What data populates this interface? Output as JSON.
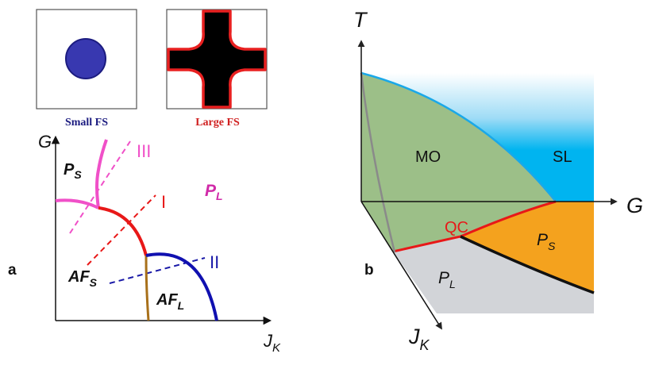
{
  "colors": {
    "pink": "#f050c8",
    "red": "#e81818",
    "blue": "#1a1aa8",
    "brown": "#a8701a",
    "navy": "#1c1c80",
    "green_region": "#9cbf88",
    "sky_region": "#00b4f0",
    "orange_region": "#f4a21e",
    "gray_region": "#d2d4d8"
  },
  "panel_a": {
    "label": "a",
    "insets": {
      "small": {
        "caption": "Small  FS",
        "color": "#1c1c80"
      },
      "large": {
        "caption": "Large FS",
        "color": "#d02020"
      }
    },
    "y_axis_label": "G",
    "x_axis_label": {
      "main": "J",
      "sub": "K"
    },
    "region_ps": {
      "main": "P",
      "sub": "S"
    },
    "region_pl": {
      "main": "P",
      "sub": "L"
    },
    "region_afs": {
      "main": "AF",
      "sub": "S"
    },
    "region_afl": {
      "main": "AF",
      "sub": "L"
    },
    "path_labels": {
      "I": "I",
      "II": "II",
      "III": "III"
    }
  },
  "panel_b": {
    "label": "b",
    "t_axis_label": "T",
    "g_axis_label": "G",
    "jk_axis_label": {
      "main": "J",
      "sub": "K"
    },
    "region_mo": "MO",
    "region_sl": "SL",
    "region_qc": "QC",
    "region_ps": {
      "main": "P",
      "sub": "S"
    },
    "region_pl": {
      "main": "P",
      "sub": "L"
    }
  }
}
